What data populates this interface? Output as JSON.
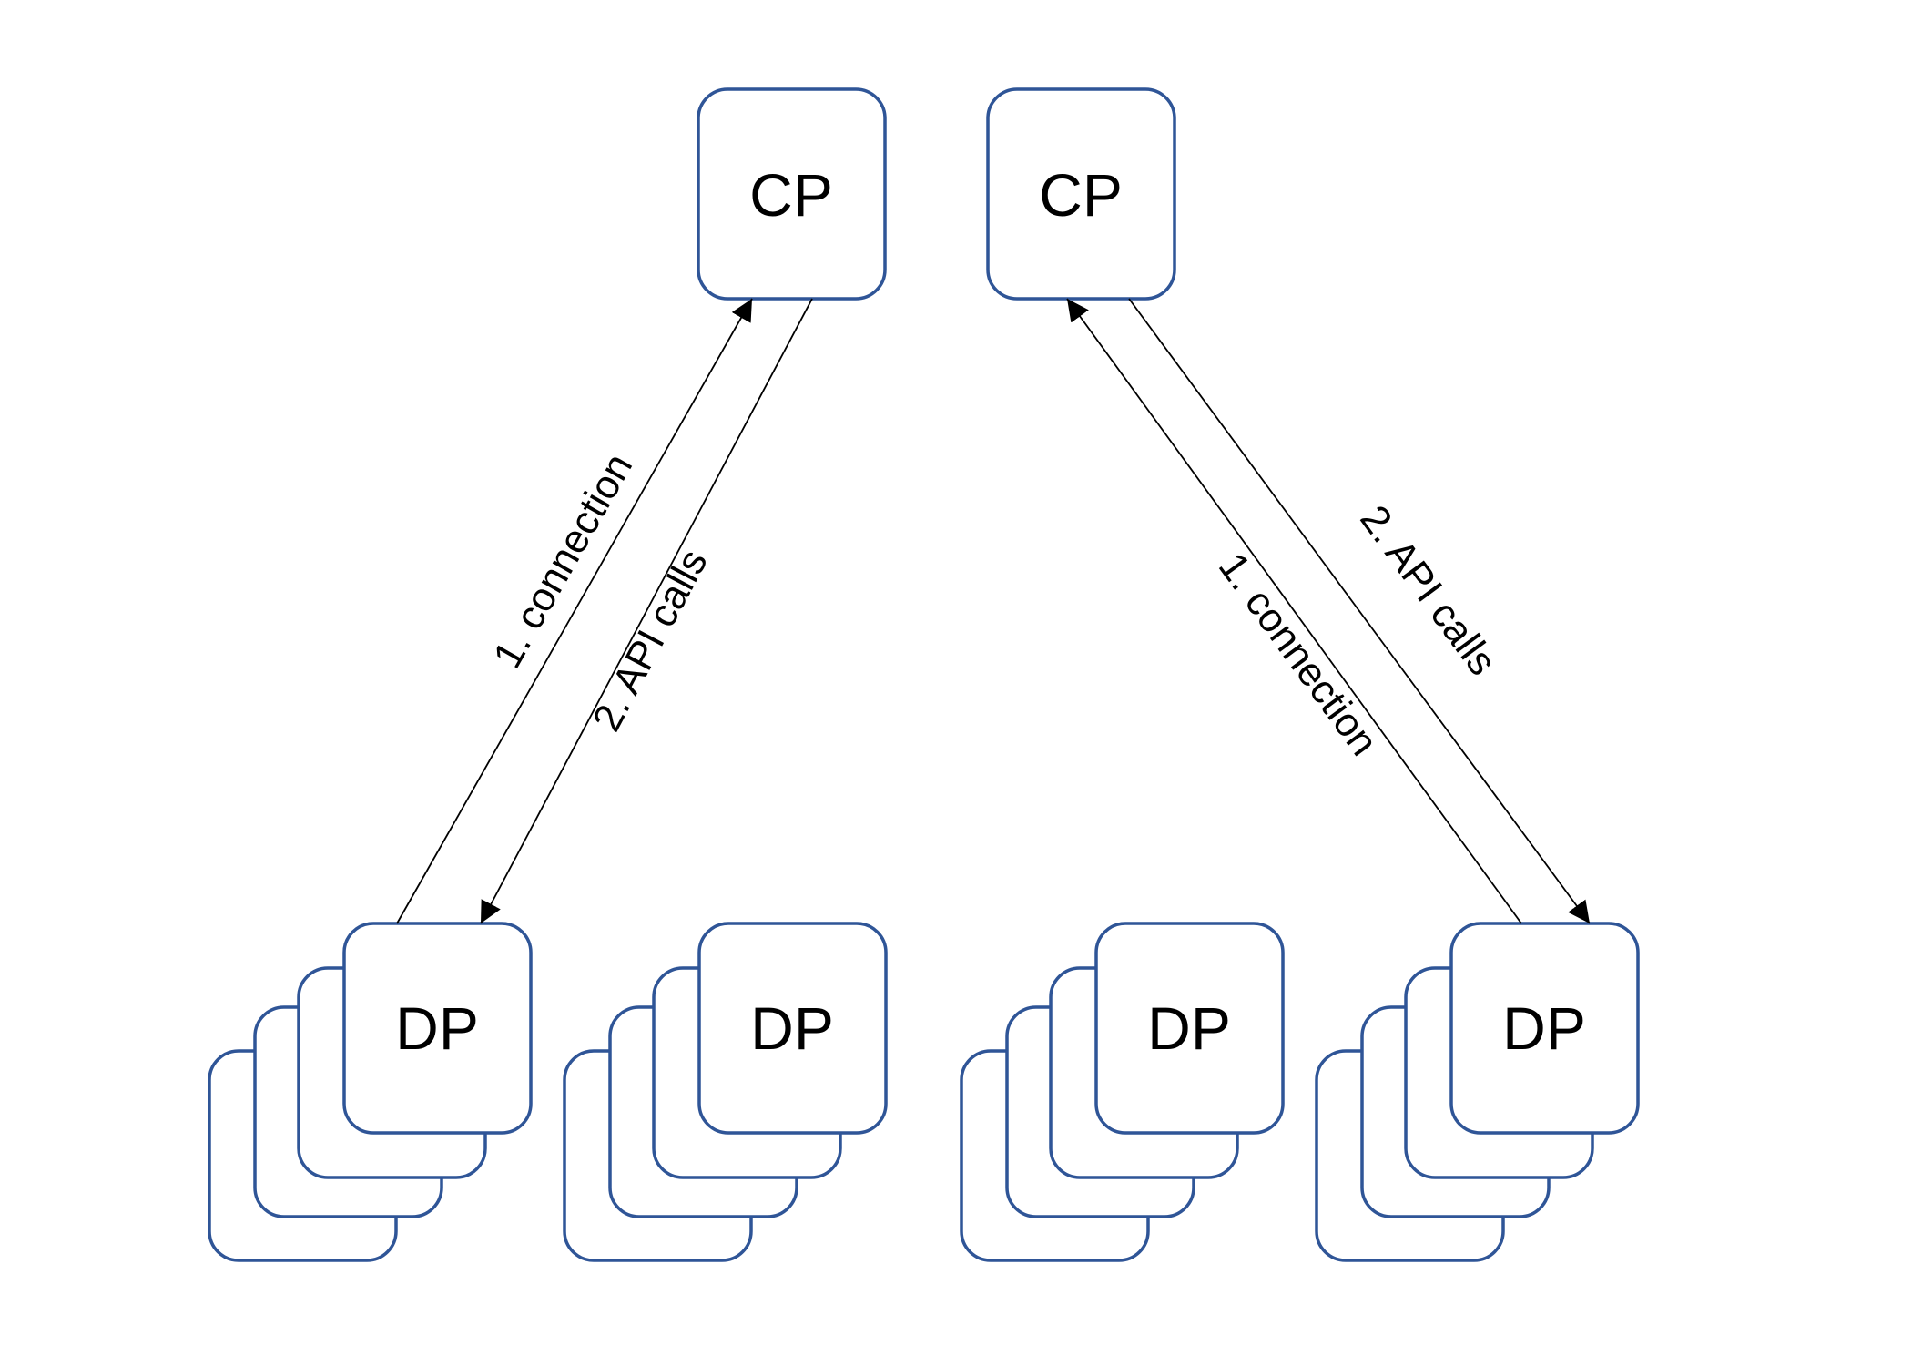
{
  "nodes": {
    "left_cp": "CP",
    "right_cp": "CP",
    "dp_stack_1": "DP",
    "dp_stack_2": "DP",
    "dp_stack_3": "DP",
    "dp_stack_4": "DP"
  },
  "edges": {
    "left_connection": "1. connection",
    "left_api_calls": "2. API calls",
    "right_connection": "1. connection",
    "right_api_calls": "2. API calls"
  },
  "colors": {
    "node_border": "#2f5597",
    "line": "#000000"
  }
}
